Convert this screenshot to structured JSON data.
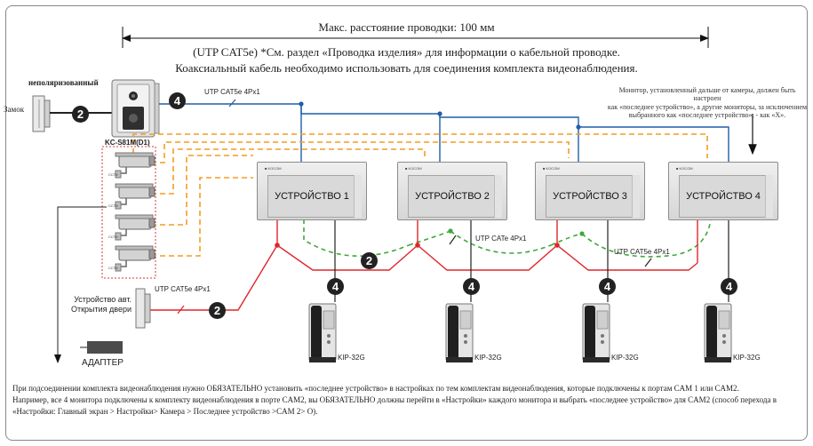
{
  "header": {
    "distance": "Макс. расстояние проводки: 100 мм",
    "cable_line1": "(UTP CAT5e) *См. раздел «Проводка изделия» для информации о кабельной проводке.",
    "cable_line2": "Коаксиальный кабель необходимо использовать для соединения комплекта видеонаблюдения."
  },
  "note": {
    "line1": "Монитор, установленный дальше от камеры, должен быть настроен",
    "line2": "как «последнее устройство», а другие мониторы, за исключением",
    "line3": "выбранного как «последнее устройство», - как «X»."
  },
  "door": {
    "unused_label": "неполяризованный",
    "lock_label": "Замок",
    "model": "KC-S81M(D1)"
  },
  "cameras": {
    "items": [
      {
        "label": "CCTV"
      },
      {
        "label": "CCTV"
      },
      {
        "label": "CCTV"
      },
      {
        "label": "CCTV"
      }
    ]
  },
  "monitors": [
    {
      "label": "УСТРОЙСТВО 1"
    },
    {
      "label": "УСТРОЙСТВО 2"
    },
    {
      "label": "УСТРОЙСТВО 3"
    },
    {
      "label": "УСТРОЙСТВО 4"
    }
  ],
  "phones": [
    {
      "label": "KIP-32G"
    },
    {
      "label": "KIP-32G"
    },
    {
      "label": "KIP-32G"
    },
    {
      "label": "KIP-32G"
    }
  ],
  "cables": {
    "top": "UTP CAT5e 4Px1",
    "middle": "UTP CATe 4Px1",
    "right": "UTP CAT5e 4Px1",
    "door_opener": "UTP CAT5e 4Px1"
  },
  "wire_counts": {
    "four": "4",
    "two": "2"
  },
  "door_opener": {
    "line1": "Устройство авт.",
    "line2": "Открытия двери"
  },
  "adapter": {
    "label": "АДАПТЕР"
  },
  "monitor_logo": "■ KOCOM",
  "footer": {
    "p1": "При подсоединении комплекта видеонаблюдения нужно ОБЯЗАТЕЛЬНО установить «последнее устройство» в настройках по тем комплектам видеонаблюдения, которые подключены к портам CAM 1 или CAM2.",
    "p2": "Например, все 4 монитора подключены к комплекту видеонаблюдения в порте CAM2, вы ОБЯЗАТЕЛЬНО должны перейти в «Настройки» каждого монитора и выбрать «последнее устройство» для CAM2 (способ перехода в «Настройки: Главный экран > Настройки> Камера > Последнее устройство >CAM 2> O)."
  },
  "colors": {
    "blue_wire": "#1f5fa8",
    "red_wire": "#e0262b",
    "orange_wire": "#f39c22",
    "green_wire": "#3fa83a",
    "black_wire": "#222222",
    "badge": "#222222",
    "camera_border": "#d33a3a"
  }
}
